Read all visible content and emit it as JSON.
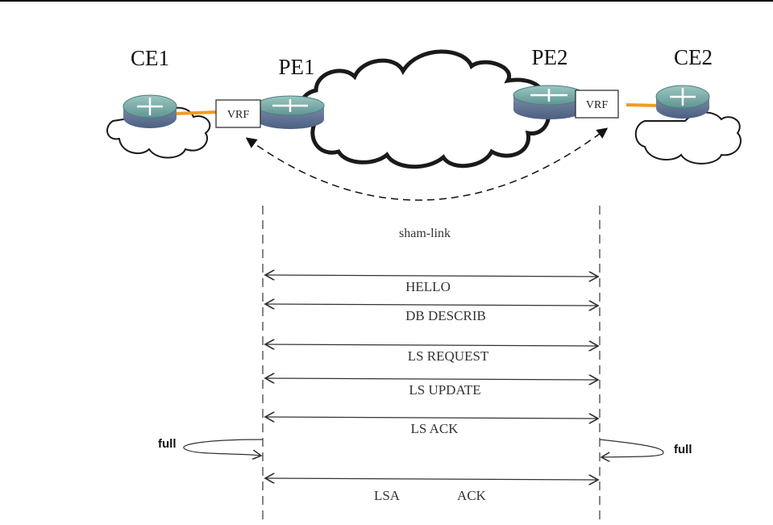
{
  "nodes": {
    "ce1": {
      "label": "CE1"
    },
    "pe1": {
      "label": "PE1",
      "vrf_label": "VRF"
    },
    "pe2": {
      "label": "PE2",
      "vrf_label": "VRF"
    },
    "ce2": {
      "label": "CE2"
    }
  },
  "links": {
    "sham_link_label": "sham-link",
    "access_link_color": "#f39a1e"
  },
  "colors": {
    "router_top": "#6fa3a0",
    "router_side": "#5b6f8f",
    "line": "#333333"
  },
  "messages": [
    {
      "label": "HELLO"
    },
    {
      "label": "DB DESCRIB"
    },
    {
      "label": "LS REQUEST"
    },
    {
      "label": "LS UPDATE"
    },
    {
      "label": "LS ACK"
    }
  ],
  "state": {
    "left_label": "full",
    "right_label": "full"
  },
  "final_message": {
    "label_left": "LSA",
    "label_right": "ACK"
  }
}
